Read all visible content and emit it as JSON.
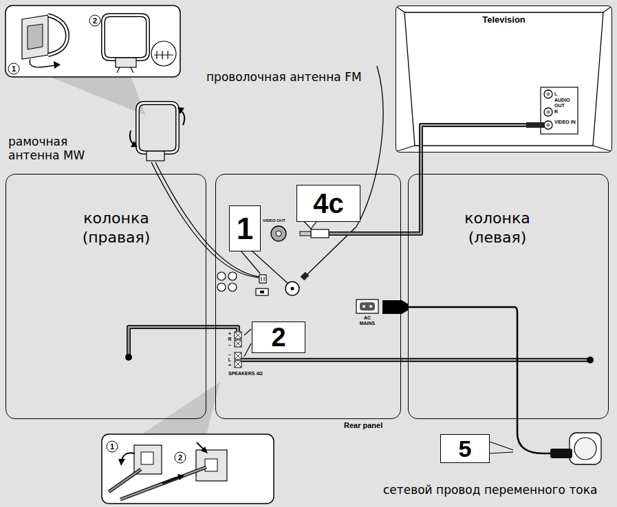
{
  "diagram": {
    "nodes": [
      {
        "text": [
          "Television"
        ]
      },
      {
        "text": [
          "колонка (правая)"
        ]
      },
      {
        "text": [
          "Rear panel"
        ]
      },
      {
        "text": [
          "1"
        ],
        "in": 2
      },
      {
        "text": [
          "4c"
        ],
        "in": 2
      },
      {
        "text": [
          "2"
        ],
        "in": 2
      },
      {
        "text": [
          "колонка (левая)"
        ]
      },
      {
        "text": [
          "5"
        ]
      }
    ],
    "edges": [
      {
        "from": 0,
        "to": 2,
        "arrow": "none"
      },
      {
        "from": 1,
        "to": 2,
        "arrow": "none"
      },
      {
        "from": 2,
        "to": 6,
        "arrow": "none"
      }
    ],
    "labels": [
      "проволочная антенна FM",
      "рамочная антенна MW",
      "сетевой провод переменного тока",
      "VIDEO OUT",
      "AC MAINS",
      "SPEAKERS 4Ω",
      "+",
      "R",
      "–",
      "–",
      "L",
      "+",
      "L",
      "AUDIO OUT",
      "R",
      "VIDEO IN",
      "1",
      "2",
      "1",
      "2"
    ]
  }
}
